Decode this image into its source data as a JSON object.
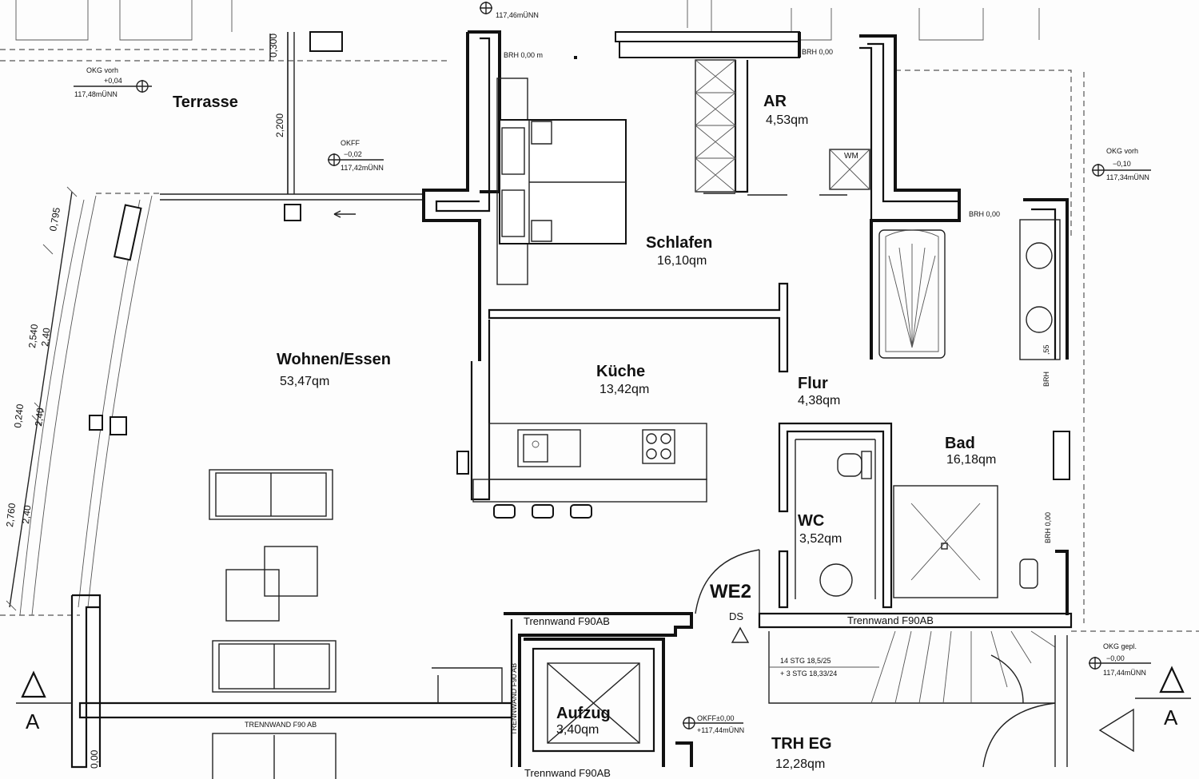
{
  "rooms": {
    "terrasse": {
      "name": "Terrasse"
    },
    "ar": {
      "name": "AR",
      "area": "4,53qm"
    },
    "schlafen": {
      "name": "Schlafen",
      "area": "16,10qm"
    },
    "wohnen": {
      "name": "Wohnen/Essen",
      "area": "53,47qm"
    },
    "kueche": {
      "name": "Küche",
      "area": "13,42qm"
    },
    "flur": {
      "name": "Flur",
      "area": "4,38qm"
    },
    "bad": {
      "name": "Bad",
      "area": "16,18qm"
    },
    "wc": {
      "name": "WC",
      "area": "3,52qm"
    },
    "aufzug": {
      "name": "Aufzug",
      "area": "3,40qm"
    },
    "trh": {
      "name": "TRH EG",
      "area": "12,28qm"
    }
  },
  "unit": {
    "label": "WE2",
    "sub": "DS"
  },
  "levels": {
    "top": "117,46mÜNN",
    "terrasse_okg_title": "OKG vorh",
    "terrasse_okg_value": "+0,04",
    "terrasse_okg_nn": "117,48mÜNN",
    "terrasse_okff_title": "OKFF",
    "terrasse_okff_value": "−0,02",
    "terrasse_okff_nn": "117,42mÜNN",
    "right_okg_title": "OKG vorh",
    "right_okg_value": "−0,10",
    "right_okg_nn": "117,34mÜNN",
    "stair_okg_title": "OKG gepl.",
    "stair_okg_value": "−0,00",
    "stair_okg_nn": "117,44mÜNN",
    "aufzug_okff_value": "OKFF±0,00",
    "aufzug_okff_nn": "+117,44mÜNN"
  },
  "brh": {
    "schlafen": "BRH 0,00 m",
    "ar": "BRH 0,00",
    "bath_top": "BRH 0,00",
    "bath_side": "BRH",
    "bath_side_value": ",55",
    "bad_right": "BRH 0,00"
  },
  "dimensions": {
    "d_0300": "0,300",
    "d_2200": "2,200",
    "d_0795": "0,795",
    "d_2540": "2,540",
    "d_240a": "2,40",
    "d_0240": "0,240",
    "d_240b": "2,40",
    "d_2760": "2,760",
    "d_240c": "2,40",
    "d_000": "0,00"
  },
  "walls": {
    "trennwand_top": "Trennwand F90AB",
    "trennwand_right": "Trennwand F90AB",
    "trennwand_bottom_left": "TRENNWAND F90 AB",
    "trennwand_vertical": "TRENNWAND F90 AB",
    "trennwand_bottom": "Trennwand F90AB"
  },
  "stair": {
    "line1": "14 STG 18,5/25",
    "line2": "+ 3 STG 18,33/24"
  },
  "fixtures": {
    "wm": "WM"
  },
  "section": {
    "left": "A",
    "right": "A"
  }
}
